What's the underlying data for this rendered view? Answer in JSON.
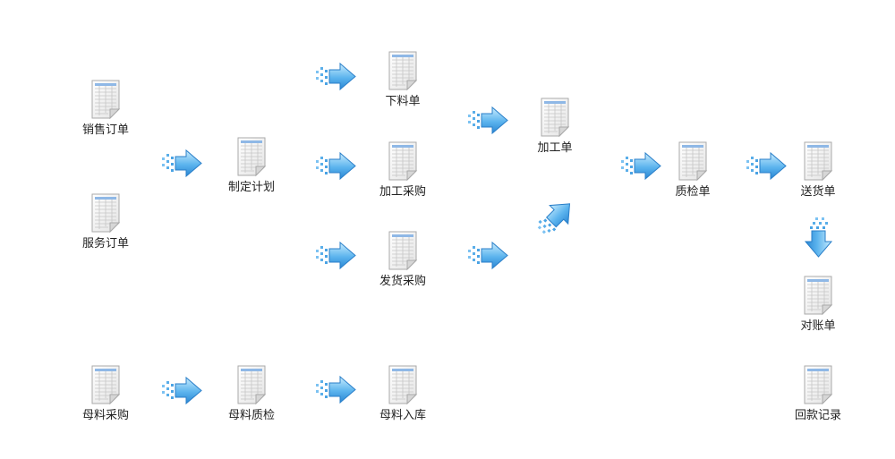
{
  "nodes": {
    "xiaoshou_dingdan": "销售订单",
    "fuwu_dingdan": "服务订单",
    "muliao_caigou": "母料采购",
    "zhiding_jihua": "制定计划",
    "muliao_zhijian": "母料质检",
    "xialiao_dan": "下料单",
    "jiagong_caigou": "加工采购",
    "fahuo_caigou": "发货采购",
    "muliao_ruku": "母料入库",
    "jiagong_dan": "加工单",
    "zhijian_dan": "质检单",
    "songhuo_dan": "送货单",
    "duizhang_dan": "对账单",
    "huikuan_jilu": "回款记录"
  },
  "icons": {
    "document": "spreadsheet-document-icon",
    "arrow": "flow-arrow-icon"
  },
  "colors": {
    "arrow_light": "#bfe6fb",
    "arrow_dark": "#2f8fd8",
    "label": "#222222"
  }
}
